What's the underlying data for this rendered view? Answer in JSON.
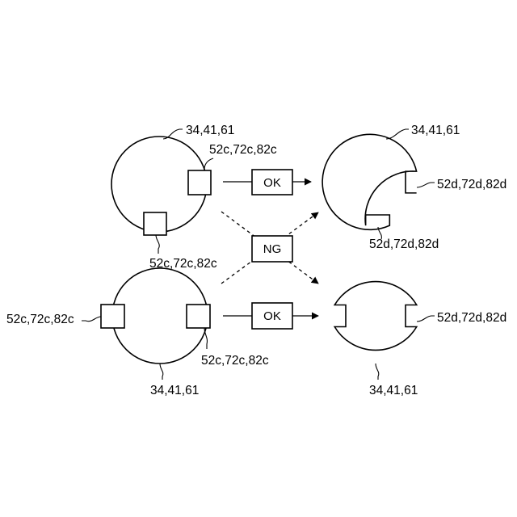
{
  "labels": {
    "top_left_circle": "34,41,61",
    "top_left_side_square": "52c,72c,82c",
    "top_left_bottom_square": "52c,72c,82c",
    "top_right_circle": "34,41,61",
    "top_right_side_notch": "52d,72d,82d",
    "top_right_bottom_notch": "52d,72d,82d",
    "bottom_left_left_square": "52c,72c,82c",
    "bottom_left_right_square": "52c,72c,82c",
    "bottom_left_circle": "34,41,61",
    "bottom_right_notch": "52d,72d,82d",
    "bottom_right_circle": "34,41,61"
  },
  "boxes": {
    "top_result": "OK",
    "cross_result": "NG",
    "bottom_result": "OK"
  }
}
